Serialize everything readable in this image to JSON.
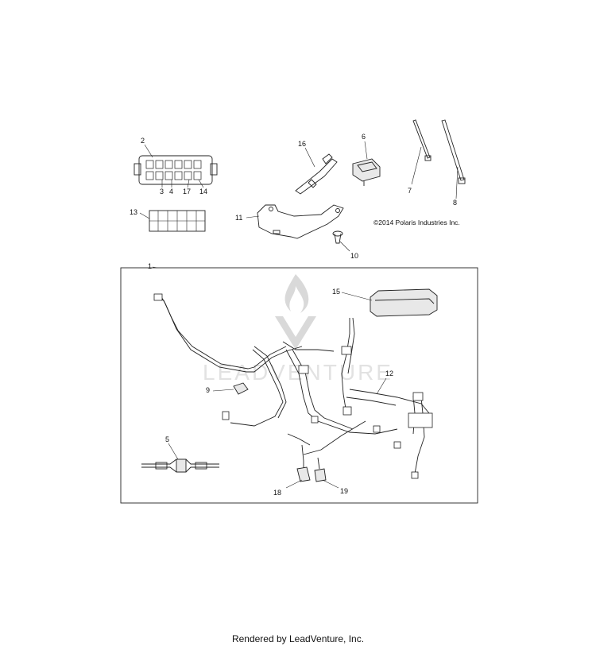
{
  "callouts": {
    "c1": "1",
    "c2": "2",
    "c3": "3",
    "c4": "4",
    "c5": "5",
    "c6": "6",
    "c7": "7",
    "c8": "8",
    "c9": "9",
    "c10": "10",
    "c11": "11",
    "c12": "12",
    "c13": "13",
    "c14": "14",
    "c15": "15",
    "c16": "16",
    "c17": "17",
    "c18": "18",
    "c19": "19"
  },
  "copyright": "©2014 Polaris Industries Inc.",
  "watermark": "LEADVENTURE",
  "footer": "Rendered by LeadVenture, Inc."
}
